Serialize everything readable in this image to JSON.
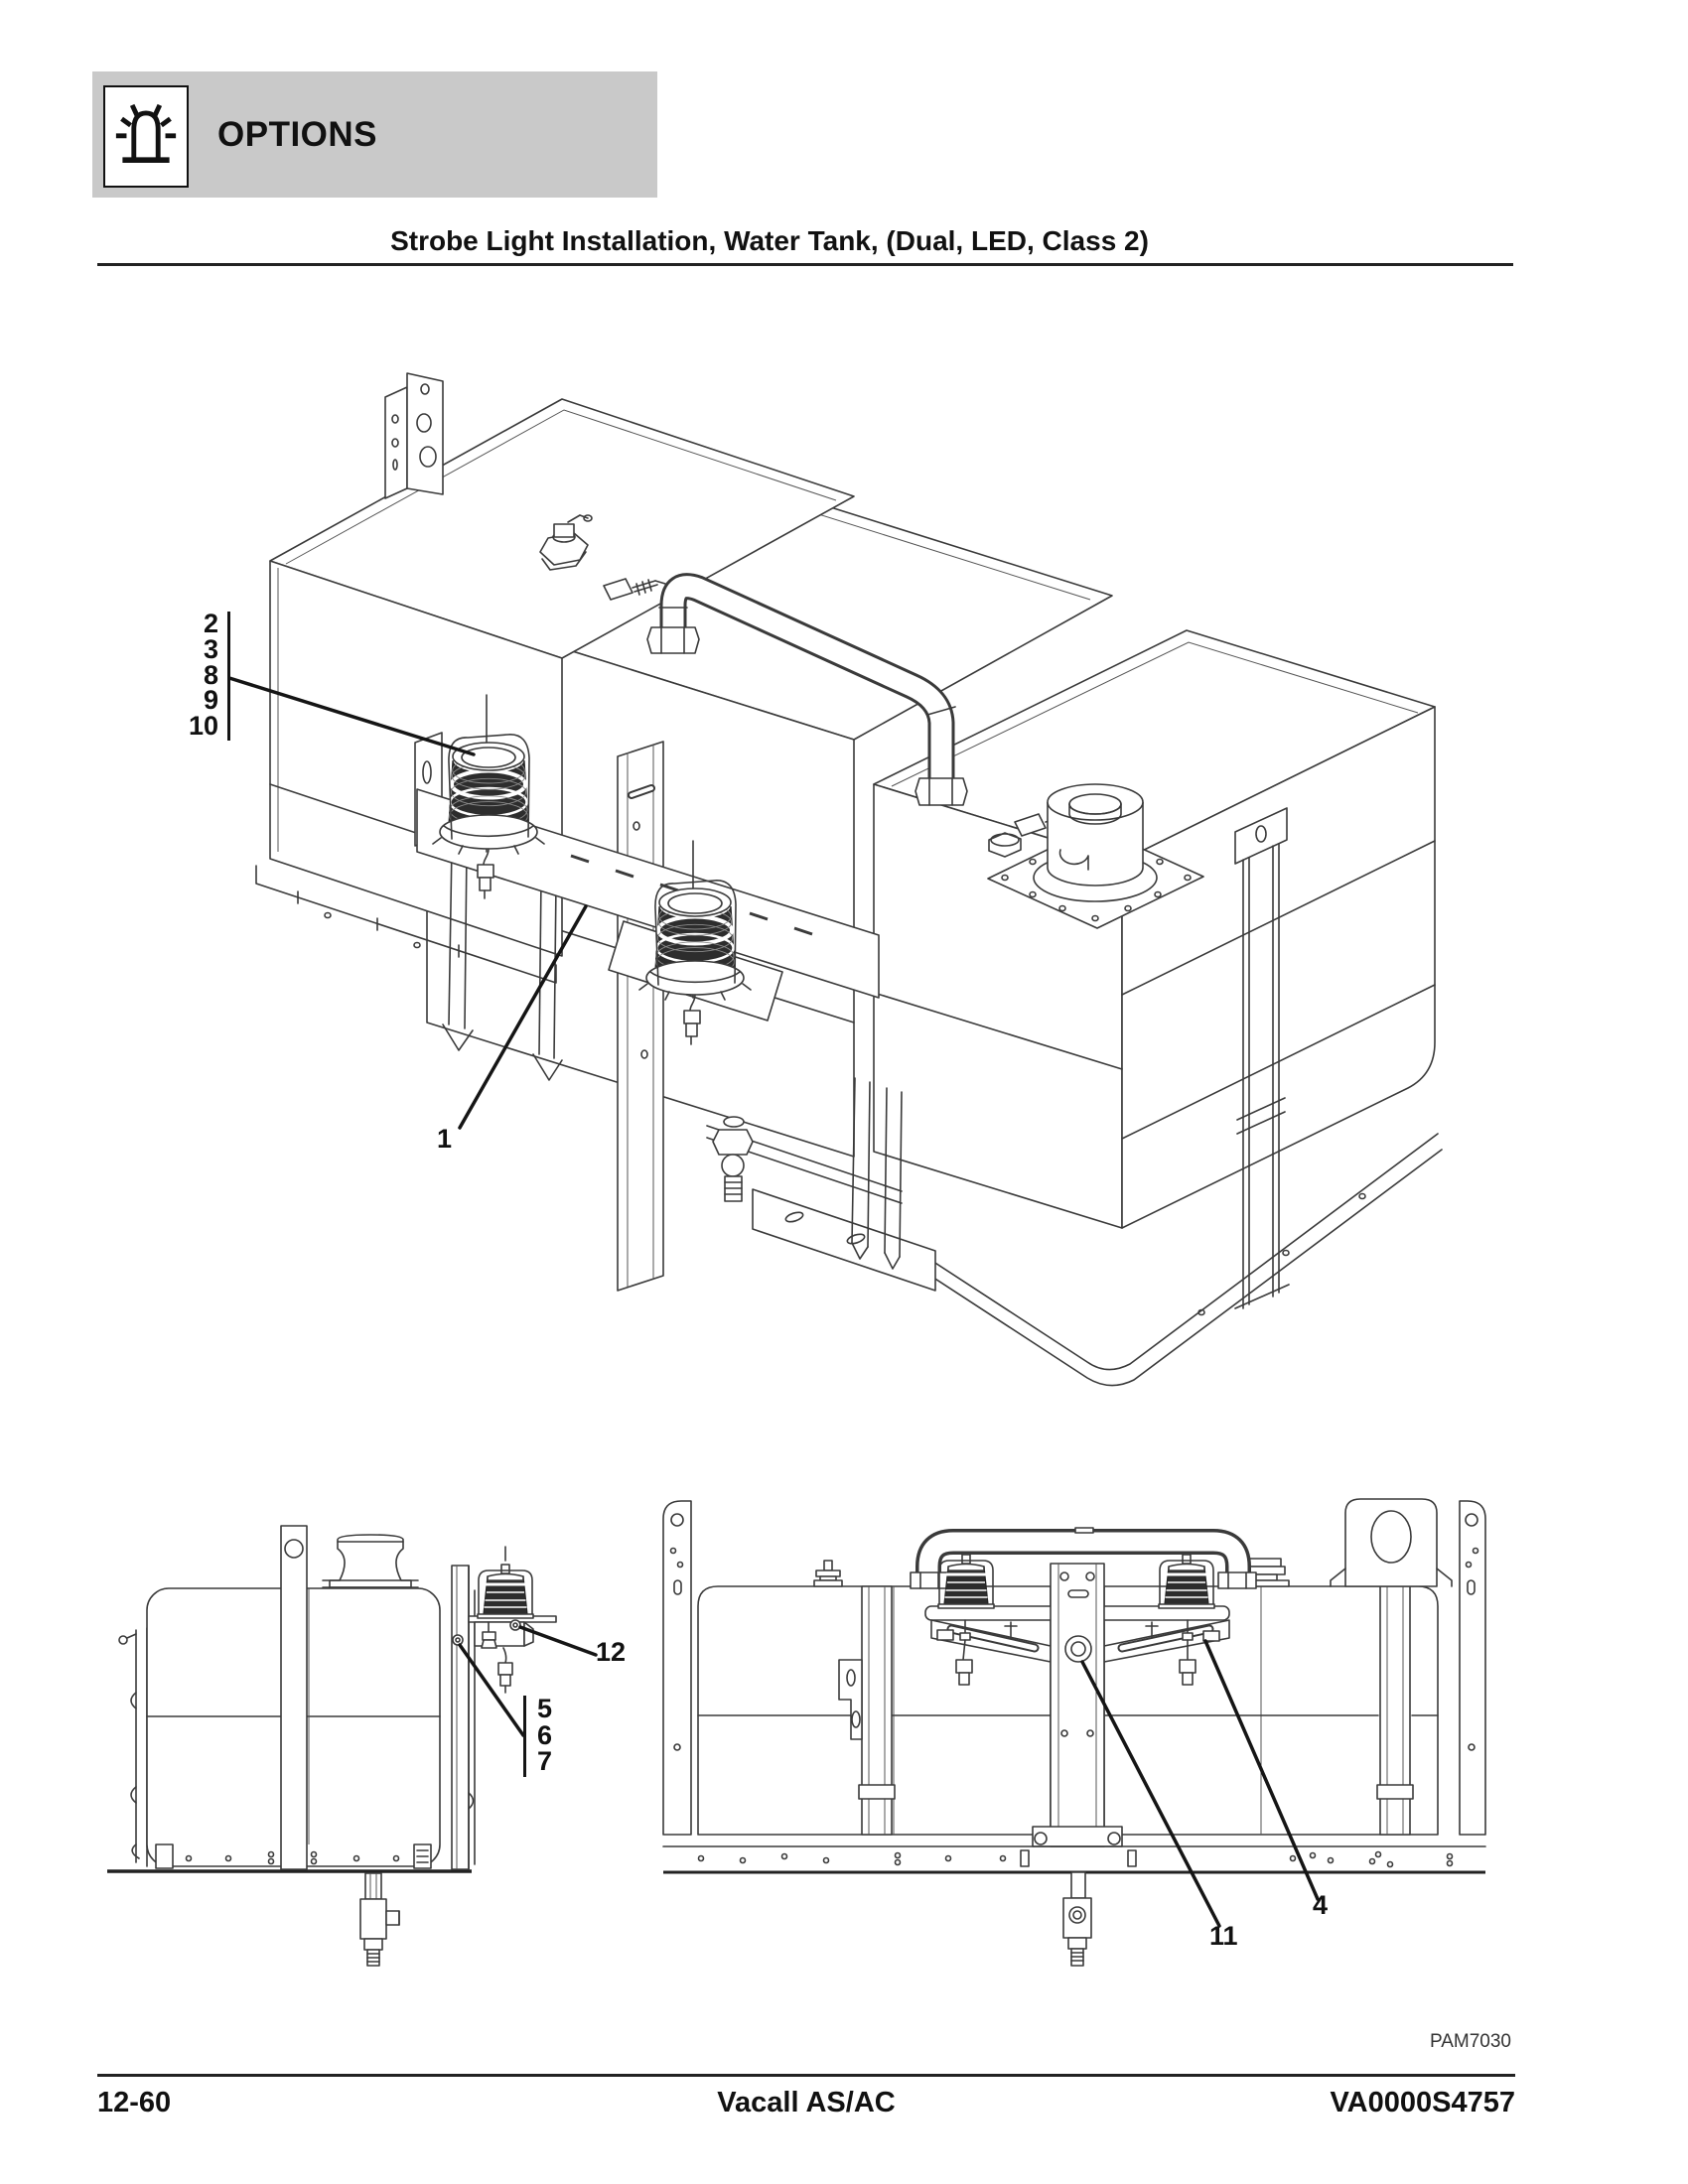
{
  "header": {
    "label": "OPTIONS",
    "icon": "strobe-beacon-icon"
  },
  "title": "Strobe Light Installation, Water Tank, (Dual, LED, Class 2)",
  "figure_code": "PAM7030",
  "footer": {
    "page_number": "12-60",
    "model": "Vacall AS/AC",
    "document_number": "VA0000S4757"
  },
  "callouts": {
    "main_group": [
      "2",
      "3",
      "8",
      "9",
      "10"
    ],
    "item_1": "1",
    "side_item_12": "12",
    "side_group": [
      "5",
      "6",
      "7"
    ],
    "front_item_11": "11",
    "front_item_4": "4"
  }
}
